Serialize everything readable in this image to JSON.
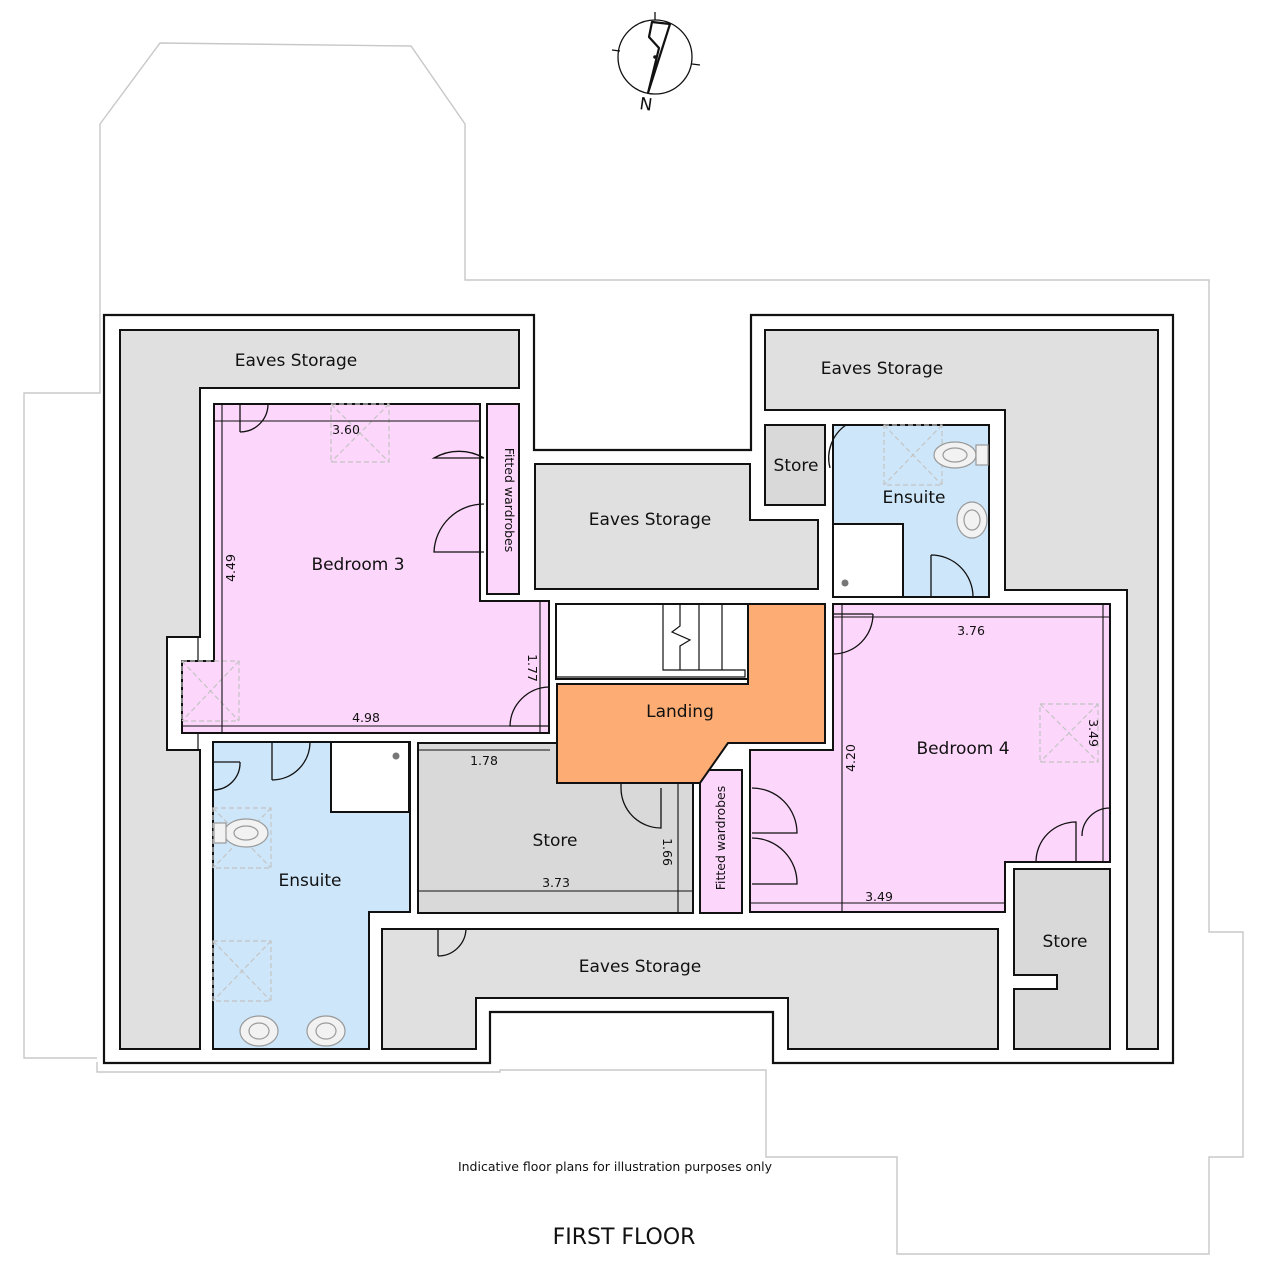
{
  "plan": {
    "title": "FIRST FLOOR",
    "disclaimer": "Indicative floor plans for illustration purposes only",
    "compass_label": "N"
  },
  "rooms": {
    "eaves_storage_top_left": "Eaves Storage",
    "eaves_storage_top_right": "Eaves Storage",
    "eaves_storage_center": "Eaves Storage",
    "eaves_storage_bottom": "Eaves Storage",
    "bedroom_3": "Bedroom 3",
    "bedroom_4": "Bedroom 4",
    "landing": "Landing",
    "ensuite_top_right": "Ensuite",
    "ensuite_bottom_left": "Ensuite",
    "store_top_right": "Store",
    "store_center": "Store",
    "store_bottom_right": "Store",
    "fitted_wardrobes_bed3": "Fitted wardrobes",
    "fitted_wardrobes_bed4": "Fitted wardrobes"
  },
  "dimensions": {
    "bed3_width_top": "3.60",
    "bed3_height": "4.49",
    "bed3_width_bottom": "4.98",
    "bed3_alcove": "1.77",
    "store_width_top": "1.78",
    "store_width": "3.73",
    "store_depth": "1.66",
    "bed4_width_top": "3.76",
    "bed4_height": "4.20",
    "bed4_alcove": "3.49",
    "bed4_width_bottom": "3.49"
  },
  "colors": {
    "bedroom": "#fdd6fb",
    "ensuite": "#cde6f9",
    "landing": "#fdad73",
    "eaves": "#e0e0e0",
    "store": "#d9d9d9"
  }
}
